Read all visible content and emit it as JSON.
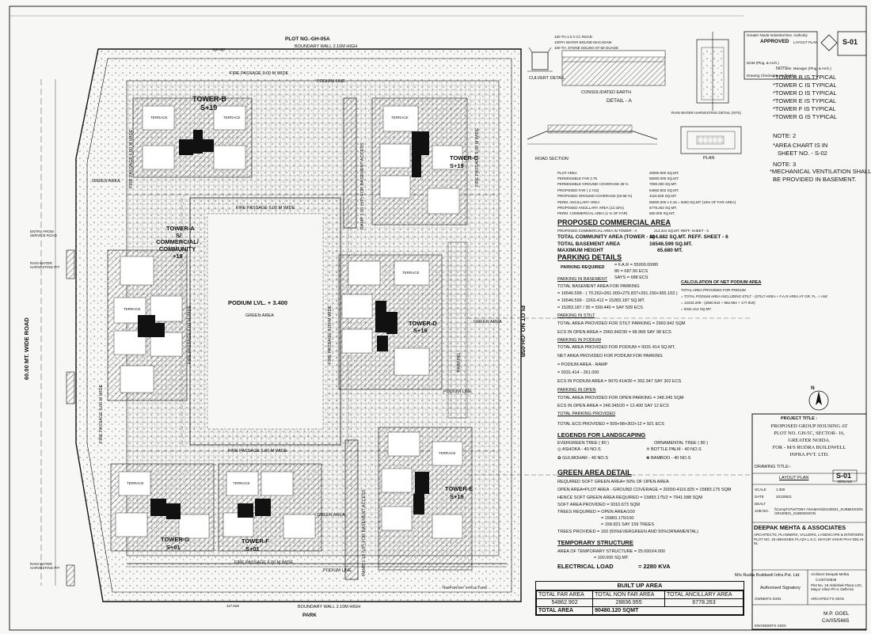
{
  "site": {
    "plot_top": "PLOT NO.-GH-05A",
    "plot_right": "PLOT NO.-GH-05B",
    "road_left": "60.00 MT. WIDE ROAD",
    "park": "PARK",
    "podium_line": "PODIUM LINE",
    "podium_level": "PODIUM LVL. + 3.400",
    "green_area": "GREEN AREA",
    "fire_passage": "FIRE PASSAGE 6.00 M WIDE",
    "boundary_top": "BOUNDARY WALL 2.10M HIGH",
    "boundary_bottom": "BOUNDARY WALL 2.10M HIGH",
    "parking": "PARKING",
    "ramp": "RAMP 1:10 (UP) FOR BASEMENT ACCESS",
    "entry": "ENTRY FROM SERVICE ROAD",
    "rain_water": "RAIN WATER HARVESTING PIT",
    "temp_structure": "TEMPORARY STRUCTURE",
    "dim_top": "113.426",
    "dim_bottom": "117.628",
    "towers": {
      "b": {
        "name": "TOWER-B",
        "floors": "S+19"
      },
      "a": {
        "name": "TOWER-A",
        "sub": "S/",
        "use": "COMMERCIAL/ COMMUNITY",
        "floors": "+19"
      },
      "c": {
        "name": "TOWER-C",
        "floors": "S+19"
      },
      "d": {
        "name": "TOWER-D",
        "floors": "S+19"
      },
      "e": {
        "name": "TOWER-E",
        "floors": "S+19"
      },
      "g": {
        "name": "TOWER-G",
        "floors": "S+01"
      },
      "f": {
        "name": "TOWER-F",
        "floors": "S+01"
      }
    },
    "terrace": "TERRACE"
  },
  "details": {
    "culvert": "CULVERT DETAIL",
    "consolidated_earth": "CONSOLIDATED EARTH",
    "detail_a": "DETAIL - A",
    "road_section": "ROAD SECTION",
    "rain_water_detail": "RAIN WATER HARVESTING DETAIL (NTS)",
    "plan": "PLAN",
    "road_notes": [
      "100 TH.1:2:4 CC ROAD",
      "100TH WATER BOUND MACADAM",
      "100 TH. STONE SOLING 97-60 GUAGE"
    ]
  },
  "stamp": {
    "authority": "Greater Noida Industrial Dev. Authority",
    "approved": "APPROVED",
    "plan_text": "LAYOUT PLAN",
    "drawing_no": "S-01",
    "signatures": [
      "DGM (Plng. & Arch.)",
      "Sr. Manager (Plng. & Arch.)",
      "Drawing Checked & Verified by"
    ]
  },
  "typical_notes": {
    "header": "NOTE:",
    "items": [
      "TOWER B IS TYPICAL",
      "TOWER C IS TYPICAL",
      "TOWER D IS TYPICAL",
      "TOWER E IS TYPICAL",
      "TOWER F IS TYPICAL",
      "TOWER G IS TYPICAL"
    ],
    "note2": "NOTE: 2",
    "note2_text": [
      "AREA CHART IS IN",
      "SHEET NO. - S-02"
    ],
    "note3": "NOTE: 3",
    "note3_text": [
      "MECHANICAL VENTILATION SHALL",
      "BE PROVIDED IN BASEMENT."
    ]
  },
  "area_stats": [
    {
      "label": "PLOT AREA",
      "value": "20000.000  SQ.MT."
    },
    {
      "label": "PERMISSIBLE FAR 2.75",
      "value": "55000.000  SQ.MT."
    },
    {
      "label": "PERMISSIBLE GROUND COVERAGE 35 %",
      "value": "7000.000  SQ.MT."
    },
    {
      "label": "PROPOSED FAR ( 2.743)",
      "value": "54862.902  SQ.MT."
    },
    {
      "label": "PROPOSED GROUND COVERAGE (20.58 %)",
      "value": "4116.825  SQ.MT."
    },
    {
      "label": "PERM. ANCILLARY AREA",
      "value": "55000.000 x 0.15  =  8250 SQ.MT (15% OF FAR AREA)"
    },
    {
      "label": "PROPOSED ANCILLARY AREA (12.32%)",
      "value": "6778.263  SQ.MT."
    },
    {
      "label": "PERM. COMMERCIAL AREA (1 % OF FAR)",
      "value": "550.000  SQ.MT."
    }
  ],
  "commercial": {
    "heading": "PROPOSED COMMERCIAL AREA",
    "rows": [
      {
        "label": "PROPOSED COMMERCIAL AREA IN TOWER - A",
        "value": "213.344  SQ.MT.   REFF. SHEET - 6"
      },
      {
        "label": "TOTAL COMMUNITY AREA (TOWER - A)",
        "value": "184.882  SQ.MT.  REFF. SHEET - 6"
      },
      {
        "label": "TOTAL BASEMENT AREA",
        "value": "16546.599  SQ.MT."
      },
      {
        "label": "MAXIMUM HEIGHT",
        "value": "65.680  MT."
      }
    ]
  },
  "parking": {
    "heading": "PARKING DETAILS",
    "required_label": "PARKING REQUIRED",
    "required_calc": [
      "=   F.A.R        =  55000.00/80",
      "       80          =  687.50 ECS",
      "                SAYS  =  688 ECS"
    ],
    "in_basement": "PARKING IN BASEMENT",
    "basement_lines": [
      "TOTAL BASEMENT AREA FOR PARKING",
      "= 16546.599 - ( 70.262+261.000+275.837+291.150+365.163 )",
      "= 16546.599 - 1263.412      =  15283.187 SQ.MT.",
      "= 15283.187 / 30 = 509.440 = SAY 509 ECS"
    ],
    "in_stilt": "PARKING IN STILT",
    "stilt_lines": [
      "TOTAL AREA PROVIDED FOR STILT PARKING = 2960.942 SQM",
      "ECS IN OPEN AREA = 2960.942/30 = 98.968  SAY 98 ECS"
    ],
    "in_podium": "PARKING IN PODIUM",
    "podium_lines": [
      "TOTAL AREA PROVIDED FOR PODIUM          =  9331.414  SQ.MT.",
      "NET AREA PROVIDED FOR PODIUM FOR PARKING",
      "= PODIUM AREA - RAMP",
      "= 9331.414 - 261.000",
      "ECS IN PODIUM AREA = 9070.414/30 = 302.347  SAY 302 ECS"
    ],
    "in_open": "PARKING IN OPEN",
    "open_lines": [
      "TOTAL AREA PROVIDED FOR OPEN PARKING = 248.345 SQM",
      "ECS IN OPEN AREA = 248.345/20 = 12.400  SAY 12 ECS"
    ],
    "total_heading": "TOTAL PARKING PROVIDED",
    "total_line": "TOTAL ECS PROVIDED = 509+98+302+12 = 921 ECS"
  },
  "net_podium": {
    "heading": "CALCULATION OF NET PODIUM AREA",
    "lines": [
      "TOTAL AREA PROVIDED FOR PODIUM",
      "= TOTAL PODIUM AREA INCLUDING STILT - (STILT AREA + F.A.R AREA AT GR. FL. + ANCILLARY AREA AT GR. FL.)",
      "= 13433.209 - (2960.942 + 962.964 + 177.919)",
      "= 9331.414 SQ.MT."
    ]
  },
  "landscaping": {
    "heading": "LEGENDS FOR LANDSCAPING",
    "evergreen": "EVERGREEN TREE ( 80 )",
    "ornamental": "ORNAMENTAL TREE ( 80 )",
    "items": [
      {
        "name": "ASHOKA",
        "qty": "- 40 NO.S"
      },
      {
        "name": "BOTTLE PALM",
        "qty": "- 40 NO.S"
      },
      {
        "name": "GULMOHAR",
        "qty": "- 40 NO.S"
      },
      {
        "name": "BAMBOO",
        "qty": "- 40 NO.S"
      }
    ]
  },
  "green_area": {
    "heading": "GREEN AREA DETAIL",
    "lines": [
      "REQUIRED SOFT GREEN AREA= 50% OF OPEN AREA",
      "OPEN AREA=PLOT AREA - GROUND COVERAGE  = 20000-4116.825  = 15883.175 SQM",
      "HENCE SOFT GREEN AREA REQUIRED = 15883.175/2 = 7941.588 SQM",
      "SOFT AREA PROVIDED                  = 9310.673 SQM",
      "TREES REQUIRED                      = OPEN AREA/100",
      "                                    = 15883.175/100",
      "                                    = 158.831 SAY 159 TREES",
      "TREES PROVIDED          = 160 (50%EVERGREEN AND 50%ORNAMENTAL)"
    ]
  },
  "temporary": {
    "heading": "TEMPORARY STRUCTURE",
    "lines": [
      "AREA OF TEMPORARY STRUCTURE  = 25.000X4.000",
      "                              = 100.000 SQ.MT."
    ],
    "electrical_label": "ELECTRICAL LOAD",
    "electrical_value": "= 2280 KVA"
  },
  "built_up": {
    "heading": "BUILT UP AREA",
    "headers": [
      "TOTAL FAR AREA",
      "TOTAL NON FAR AREA",
      "TOTAL ANCILLARY AREA"
    ],
    "values": [
      "54862.902",
      "28836.955",
      "6778.263"
    ],
    "total_label": "TOTAL AREA",
    "total_value": "90480.120 SQMT"
  },
  "title_block": {
    "project_title_label": "PROJECT TITLE :",
    "project_title": [
      "PROPOSED GROUP HOUSING AT",
      "PLOT NO. GH-5C, SECTOR- 16,",
      "GREATER NOIDA.",
      "FOR - M/S RUDRA BUILDWELL",
      "INFRA PVT. LTD."
    ],
    "drawing_title_label": "DRAWING TITLE:-",
    "drawing_title": "LAYOUT PLAN",
    "sheet": "S-01",
    "drg_no": "DRG.NO",
    "scale_label": "SCALE",
    "scale": "1:300",
    "date_label": "DATE",
    "date": "20130521",
    "dealt_label": "DEALT",
    "job_label": "JOB NO.",
    "job_value": "\\\\Compf-07\\e\\TOBY ANAMAN\\20130521_SUBMISSION\\20130521_SUBMISSION",
    "firm": "DEEPAK MEHTA & ASSOCIATES",
    "firm_sub": "ARCHITECTS, PLANNERS, VALUERS, LANDSCAPE & INTERIORS",
    "firm_addr": "PLOT NO. 18 ABHISHEK PLAZA L.S.C. MAYUR VIHAR PH-II DELHI-91",
    "owner": "M/s Rudra Buildwell Infra Pvt. Ltd.",
    "authorised": "Authorised Signatory",
    "owners_sign": "OWNER'S SIGN",
    "architects_sign": "ARCHITECT'S SIGN",
    "architect_name": "Architect Deepak Mehta",
    "architect_reg": "CA/87/10848",
    "architect_addr": "Plot No. 18 Abhishek Plaza LSC, Mayur Vihar Ph-II, Delhi-91",
    "engineer": "M.P. GOEL",
    "engineer_reg": "CA/05/5665",
    "engineers_sign": "ENGINEER'S SIGN"
  },
  "north": "N"
}
